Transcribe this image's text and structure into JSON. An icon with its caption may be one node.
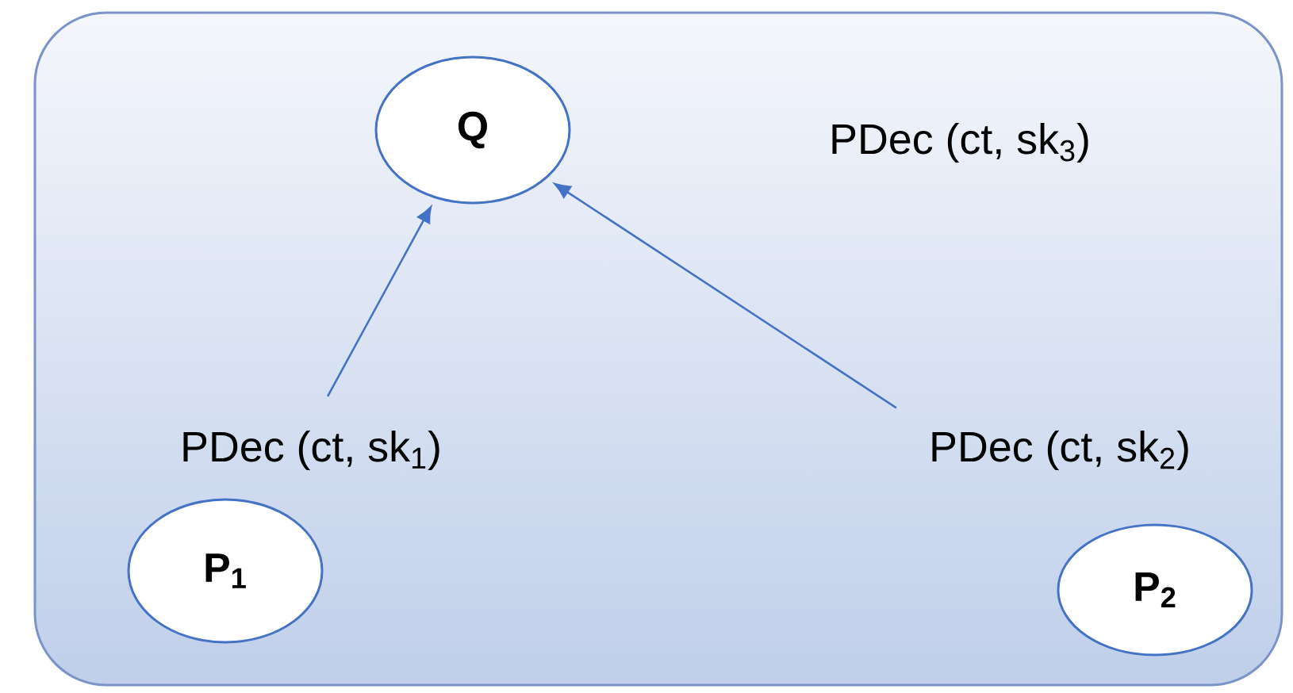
{
  "diagram": {
    "nodes": [
      {
        "text": [],
        "shape": "box"
      },
      {
        "text": [
          "Q"
        ],
        "in": 0
      },
      {
        "text": [
          "PDec (ct, sk$_{1}$)"
        ],
        "in": 0
      },
      {
        "text": [
          "PDec (ct, sk$_{2}$)"
        ],
        "in": 0
      },
      {
        "text": [
          "P$_{1}$"
        ],
        "in": 0
      },
      {
        "text": [
          "P$_{2}$"
        ],
        "in": 0
      }
    ],
    "edges": [
      {
        "from": 2,
        "to": 1,
        "arrow": "to"
      },
      {
        "from": 3,
        "to": 1,
        "arrow": "to"
      }
    ],
    "labels": [
      "PDec (ct, sk$_{3}$)"
    ]
  }
}
